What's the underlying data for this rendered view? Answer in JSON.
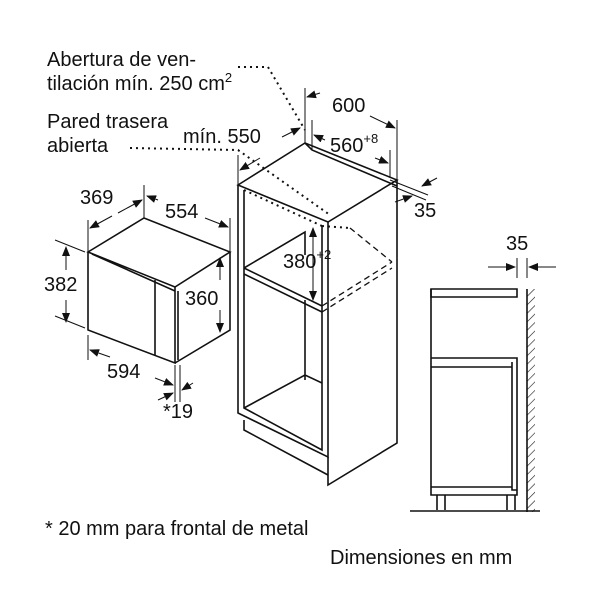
{
  "labels": {
    "ventilation_line1": "Abertura de ven-",
    "ventilation_line2": "tilación mín. 250 cm",
    "ventilation_sup": "2",
    "rear_wall_line1": "Pared trasera",
    "rear_wall_line2": "abierta",
    "footnote": "* 20 mm para frontal de metal",
    "units": "Dimensiones en mm"
  },
  "dimensions": {
    "cabinet_width": "600",
    "niche_width": "560",
    "niche_width_tol": "+8",
    "niche_depth_min": "mín. 550",
    "rear_gap": "35",
    "niche_height": "380",
    "niche_height_tol": "+2",
    "appliance_depth": "369",
    "appliance_body_width": "554",
    "appliance_height": "382",
    "appliance_body_height": "360",
    "appliance_width": "594",
    "front_thickness": "*19",
    "side_gap": "35"
  }
}
